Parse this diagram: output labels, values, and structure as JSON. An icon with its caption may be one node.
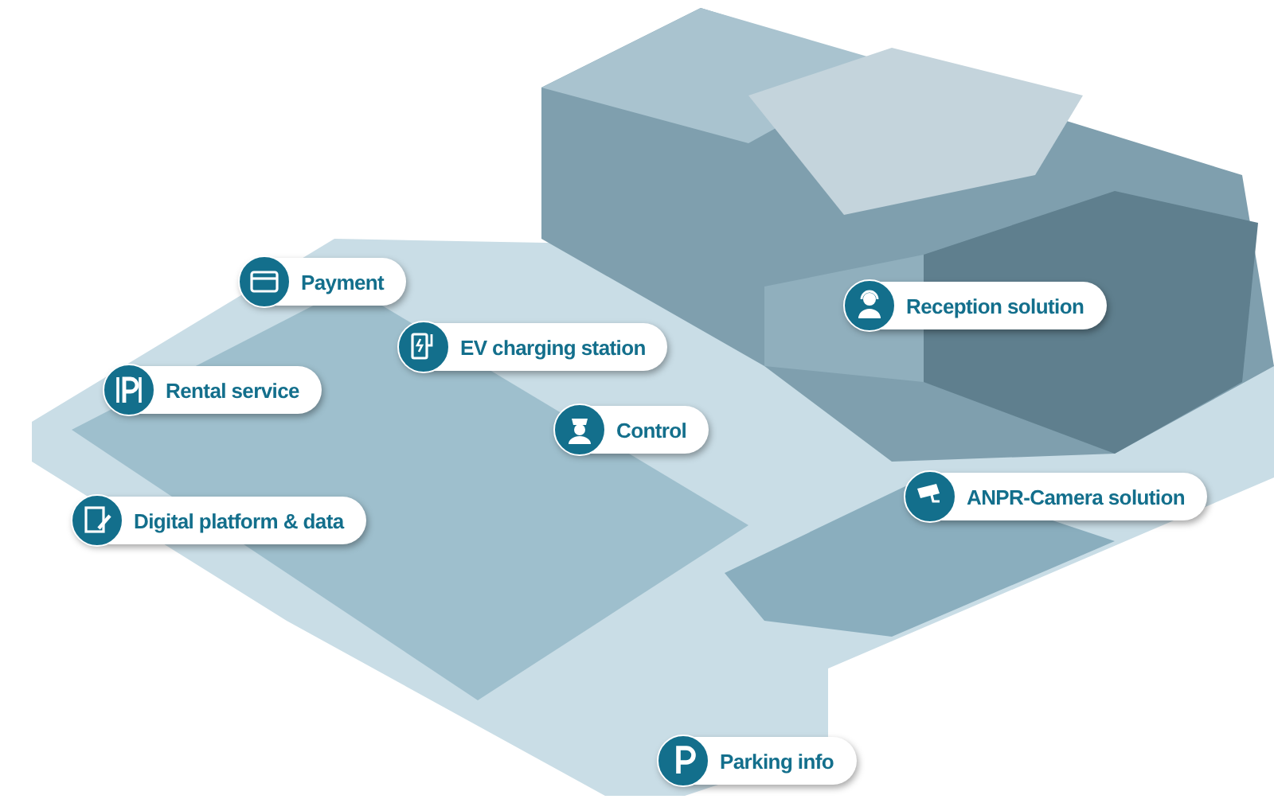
{
  "diagram": {
    "nodes": [
      {
        "text": [
          "Payment"
        ]
      },
      {
        "text": [
          "EV charging station"
        ]
      },
      {
        "text": [
          "Rental service"
        ]
      },
      {
        "text": [
          "Reception solution"
        ]
      },
      {
        "text": [
          "Control"
        ]
      },
      {
        "text": [
          "ANPR-Camera solution"
        ]
      },
      {
        "text": [
          "Digital platform & data"
        ]
      },
      {
        "text": [
          "Parking info"
        ]
      }
    ]
  }
}
